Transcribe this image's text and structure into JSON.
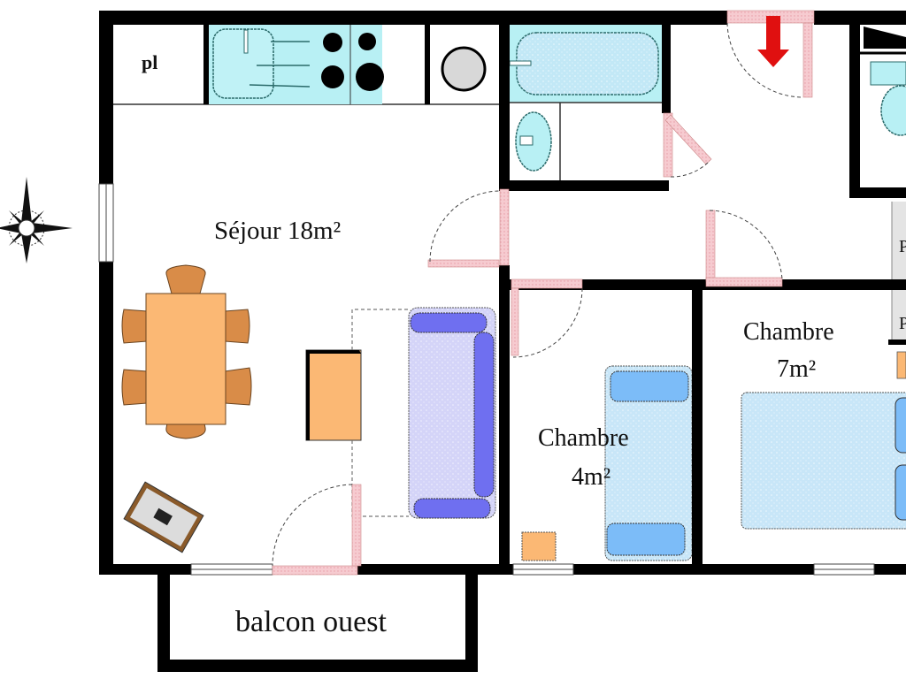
{
  "plan": {
    "rooms": {
      "sejour": "Séjour 18m²",
      "chambre1_name": "Chambre",
      "chambre1_area": "4m²",
      "chambre2_name": "Chambre",
      "chambre2_area": "7m²",
      "balcon": "balcon ouest",
      "placard": "pl"
    },
    "closet_labels": [
      "P",
      "P"
    ]
  },
  "colors": {
    "wall": "#000000",
    "door": "#f4c6cc",
    "kitchen": "#b8f0f4",
    "table": "#fbb874",
    "chair": "#d98c48",
    "sofa": "#d4d4f8",
    "sofa_cushion": "#6f6ff0",
    "bed": "#c8e6f8",
    "pillow": "#7cbcf8",
    "arrow": "#e01010"
  }
}
